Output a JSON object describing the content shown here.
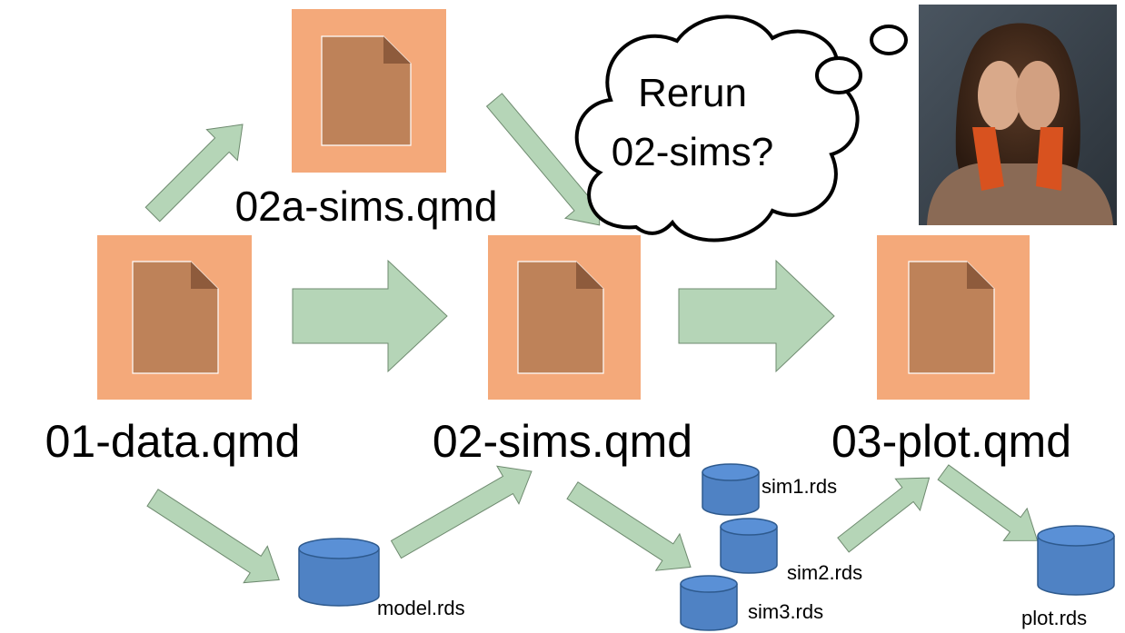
{
  "files": {
    "data_qmd": "01-data.qmd",
    "sims_qmd": "02-sims.qmd",
    "plot_qmd": "03-plot.qmd",
    "sims_a_qmd": "02a-sims.qmd"
  },
  "outputs": {
    "model": "model.rds",
    "sim1": "sim1.rds",
    "sim2": "sim2.rds",
    "sim3": "sim3.rds",
    "plot": "plot.rds"
  },
  "thought": {
    "line1": "Rerun",
    "line2": "02-sims?"
  },
  "colors": {
    "file_bg": "#F4A97A",
    "file_doc": "#BE8259",
    "file_fold": "#8E5B3C",
    "arrow_fill": "#B5D5B7",
    "arrow_stroke": "#6E8A6F",
    "cylinder": "#4F82C4",
    "cylinder_top": "#5A90D6",
    "cylinder_stroke": "#2E5A8E"
  },
  "icons": {
    "file": "document-icon",
    "data": "database-cylinder-icon",
    "photo": "stressed-person-photo"
  }
}
